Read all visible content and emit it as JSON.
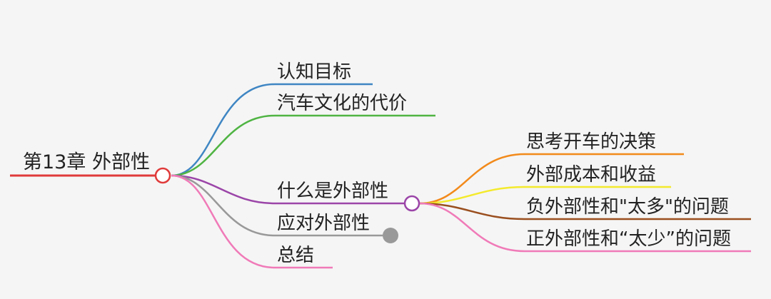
{
  "root": {
    "label": "第13章 外部性",
    "color": "#e03a3a"
  },
  "branches": [
    {
      "id": "b1",
      "label": "认知目标",
      "color": "#3f86c3"
    },
    {
      "id": "b2",
      "label": "汽车文化的代价",
      "color": "#4fb443"
    },
    {
      "id": "b3",
      "label": "什么是外部性",
      "color": "#9b45a8",
      "expanded": true
    },
    {
      "id": "b4",
      "label": "应对外部性",
      "color": "#999999",
      "collapsed": true
    },
    {
      "id": "b5",
      "label": "总结",
      "color": "#f07ab8"
    }
  ],
  "sub_branches": [
    {
      "id": "s1",
      "label": "思考开车的决策",
      "color": "#f28a1b"
    },
    {
      "id": "s2",
      "label": "外部成本和收益",
      "color": "#f4ea2c"
    },
    {
      "id": "s3",
      "label": "负外部性和\"太多\"的问题",
      "color": "#9a4f1f"
    },
    {
      "id": "s4",
      "label": "正外部性和“太少”的问题",
      "color": "#f07ab8"
    }
  ]
}
